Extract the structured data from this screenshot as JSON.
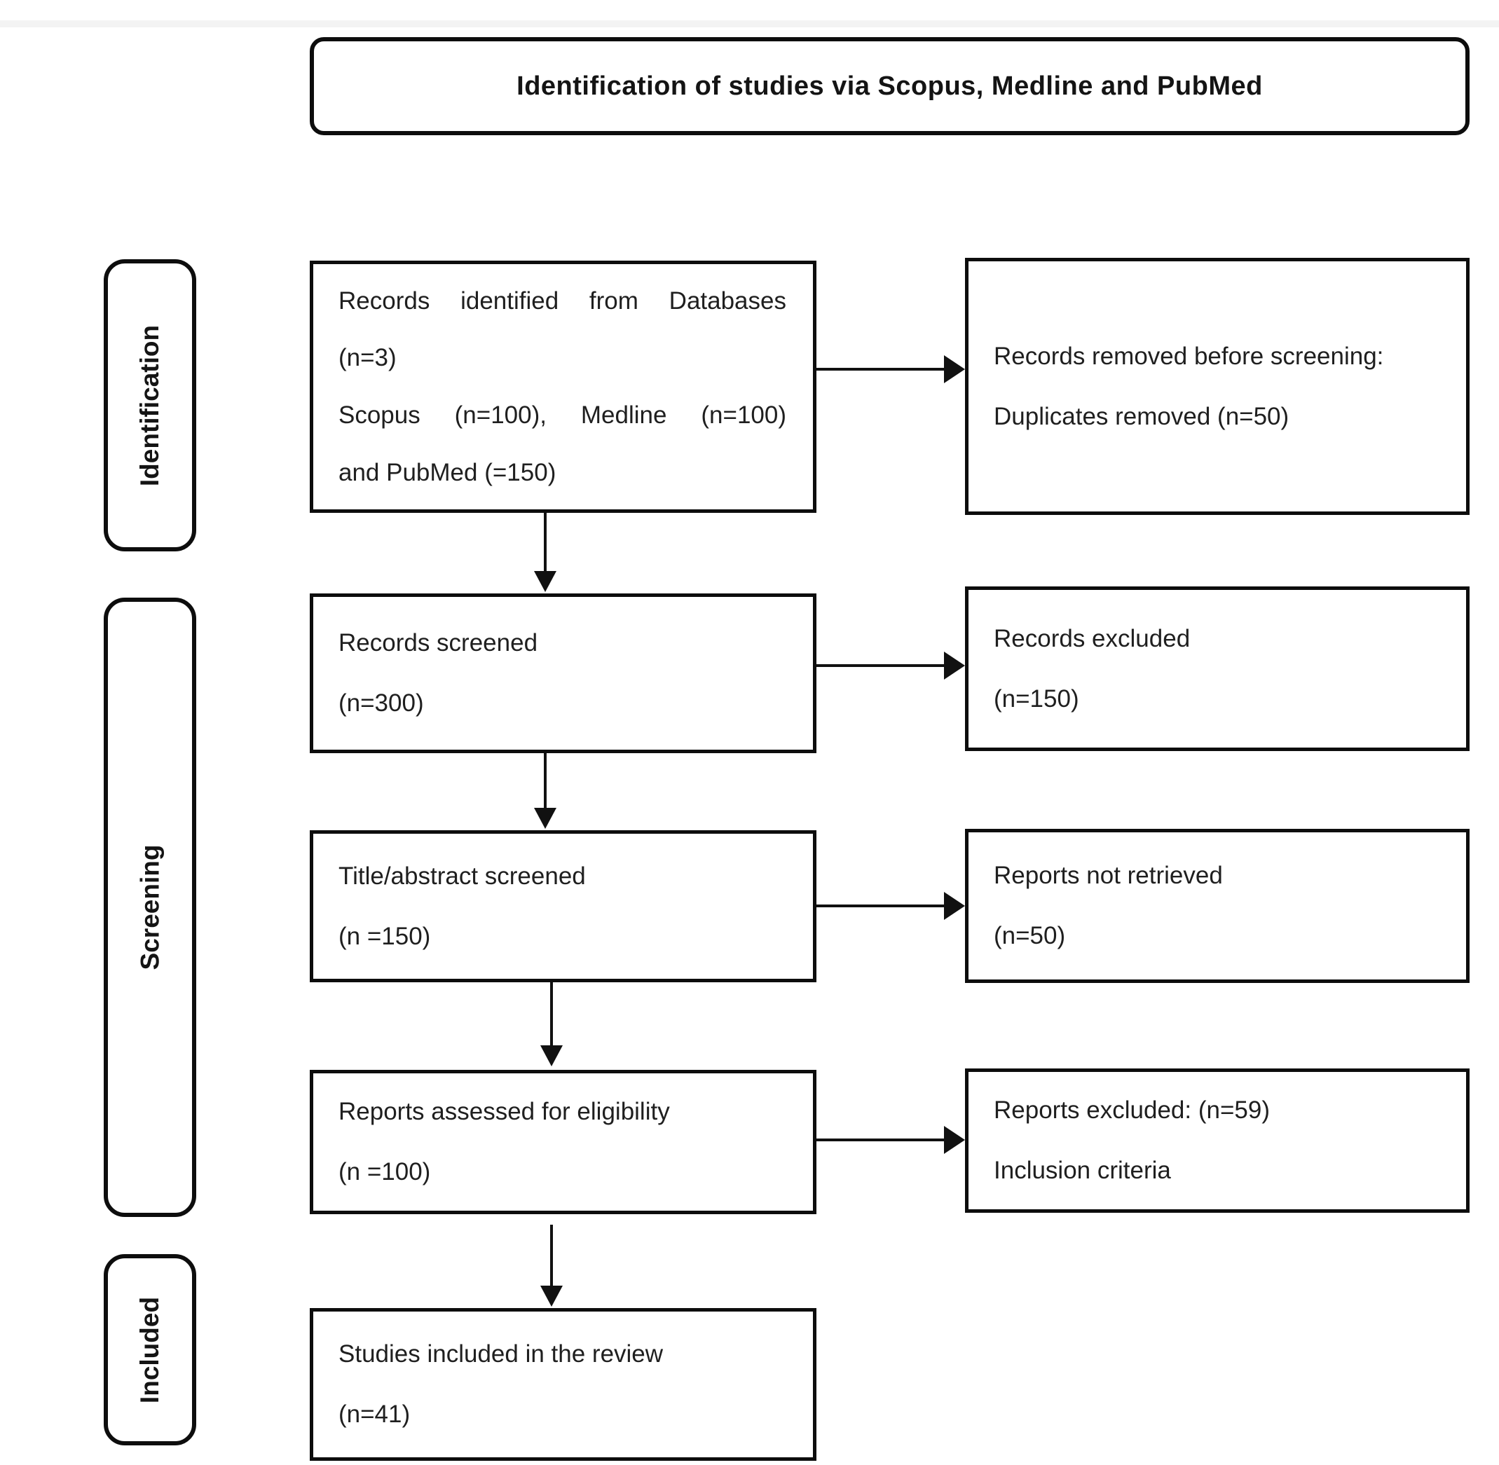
{
  "diagram": {
    "colors": {
      "border": "#0d0d0d",
      "text": "#1f1f1f",
      "background": "#ffffff",
      "top_strip": "#f3f3f3"
    },
    "header": {
      "title": "Identification of studies via Scopus, Medline and PubMed"
    },
    "stages": [
      {
        "label": "Identification"
      },
      {
        "label": "Screening"
      },
      {
        "label": "Included"
      }
    ],
    "boxes": {
      "records_identified": {
        "lines": [
          "Records identified from Databases",
          "(n=3)",
          "Scopus (n=100), Medline (n=100)",
          "and PubMed (=150)"
        ]
      },
      "records_removed": {
        "lines": [
          "Records removed before screening:",
          "Duplicates removed (n=50)"
        ]
      },
      "records_screened": {
        "lines": [
          "Records screened",
          "(n=300)"
        ]
      },
      "records_excluded": {
        "lines": [
          "Records excluded",
          "(n=150)"
        ]
      },
      "title_abstract_screened": {
        "lines": [
          "Title/abstract screened",
          "(n =150)"
        ]
      },
      "reports_not_retrieved": {
        "lines": [
          "Reports not retrieved",
          "(n=50)"
        ]
      },
      "reports_assessed": {
        "lines": [
          "Reports assessed for eligibility",
          "(n =100)"
        ]
      },
      "reports_excluded": {
        "lines": [
          "Reports excluded: (n=59)",
          "Inclusion criteria"
        ]
      },
      "studies_included": {
        "lines": [
          "Studies included in the review",
          "(n=41)"
        ]
      }
    }
  }
}
